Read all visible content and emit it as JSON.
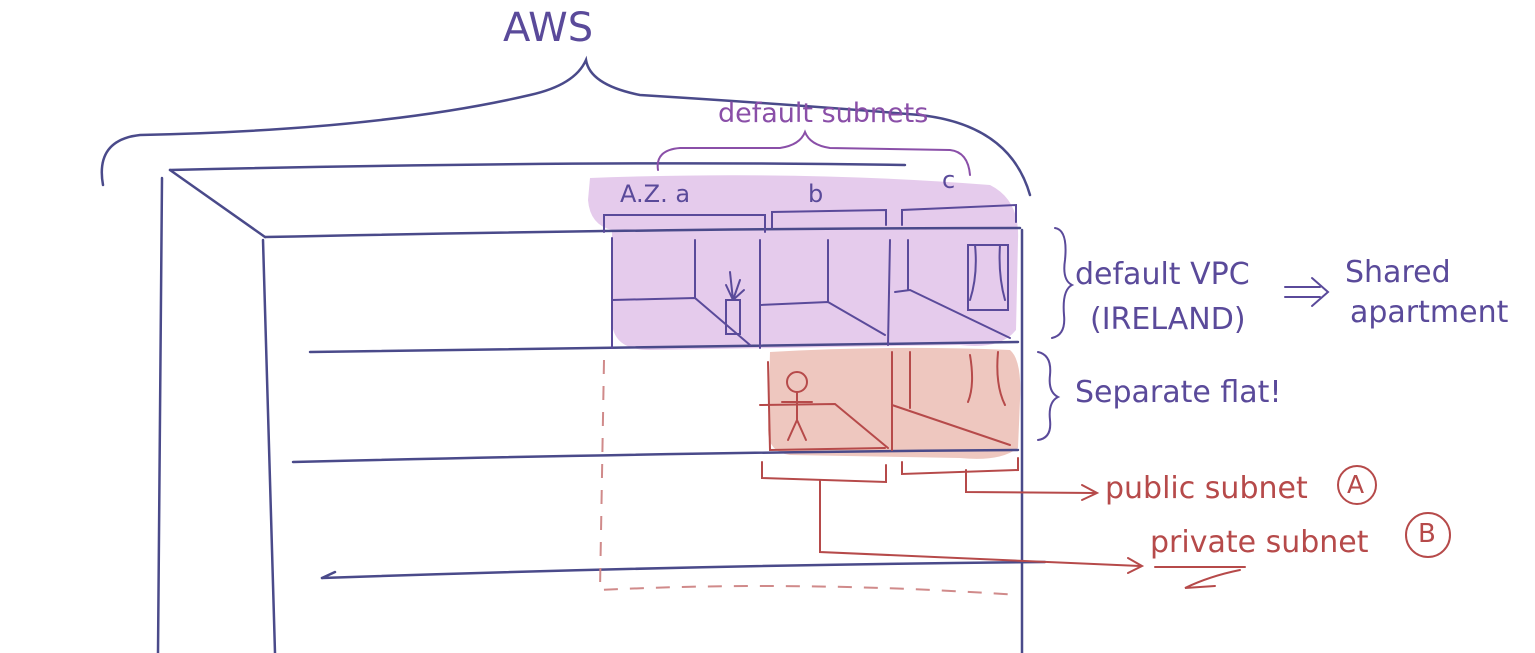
{
  "diagram": {
    "title": "AWS",
    "default_subnets_label": "default subnets",
    "availability_zones": [
      {
        "label": "A.Z. a"
      },
      {
        "label": "b"
      },
      {
        "label": "c"
      }
    ],
    "default_vpc": {
      "line1": "default VPC",
      "line2": "(IRELAND)",
      "arrow": "⇒",
      "meaning_line1": "Shared",
      "meaning_line2": "apartment"
    },
    "separate_flat_label": "Separate flat!",
    "public_subnet": {
      "label": "public subnet",
      "marker": "A"
    },
    "private_subnet": {
      "label": "private subnet",
      "marker": "B"
    }
  },
  "colors": {
    "outline": "#4a4a8a",
    "vpc_fill": "#dcb9e6",
    "flat_fill": "#e8b4aa",
    "annotation_purple": "#5a4a9a",
    "annotation_red": "#b64a4a"
  }
}
